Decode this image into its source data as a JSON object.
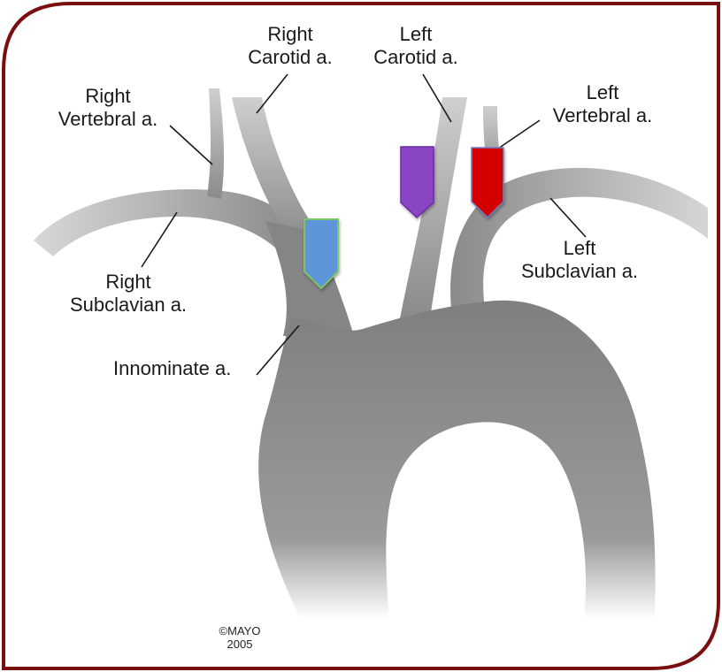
{
  "labels": {
    "right_carotid": [
      "Right",
      "Carotid a."
    ],
    "left_carotid": [
      "Left",
      "Carotid a."
    ],
    "right_vertebral": [
      "Right",
      "Vertebral a."
    ],
    "left_vertebral": [
      "Left",
      "Vertebral a."
    ],
    "right_subclavian": [
      "Right",
      "Subclavian a."
    ],
    "left_subclavian": [
      "Left",
      "Subclavian a."
    ],
    "innominate": "Innominate a."
  },
  "copyright": [
    "©MAYO",
    "2005"
  ],
  "colors": {
    "frame": "#7a0f0f",
    "vessel": "#8c8c8c",
    "marker_innominate": "#5b95d8",
    "marker_left_carotid": "#8a45c4",
    "marker_left_subclavian": "#d40000"
  }
}
